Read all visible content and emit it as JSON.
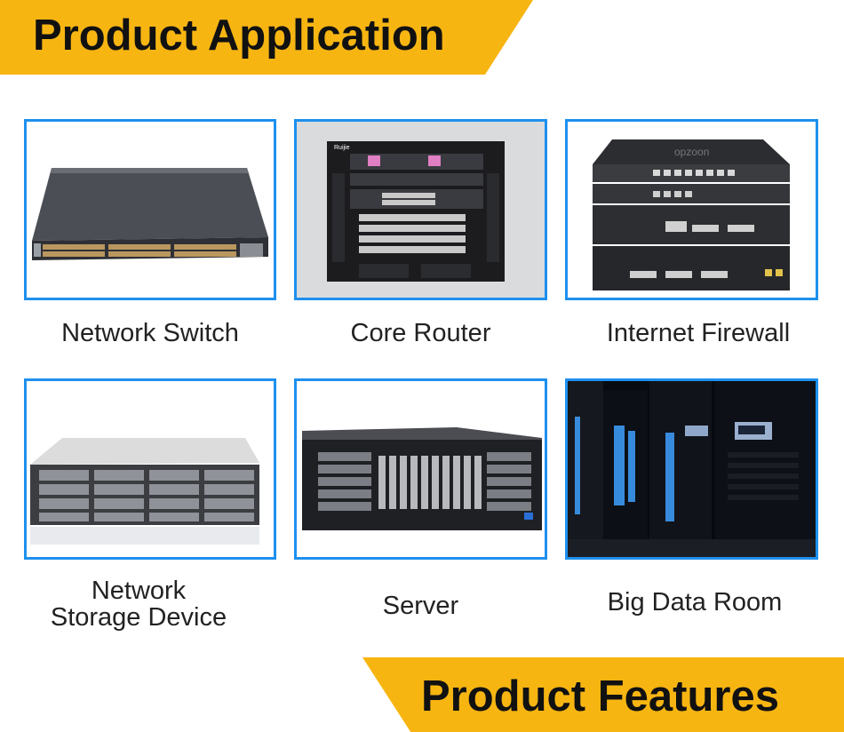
{
  "header": {
    "title": "Product Application"
  },
  "footer": {
    "title": "Product Features"
  },
  "products": [
    {
      "name": "Network Switch"
    },
    {
      "name": "Core Router",
      "brand_logo": "Ruijie"
    },
    {
      "name": "Internet Firewall",
      "brand_logo": "opzoon"
    },
    {
      "name_line1": "Network",
      "name_line2": "Storage Device"
    },
    {
      "name": "Server"
    },
    {
      "name": "Big Data Room"
    }
  ],
  "colors": {
    "banner": "#f7b512",
    "card_border": "#1e90ee",
    "caption_text": "#222222"
  },
  "icons": [
    "network-switch-photo",
    "core-router-photo",
    "firewall-photo",
    "storage-device-photo",
    "server-photo",
    "data-room-photo"
  ]
}
